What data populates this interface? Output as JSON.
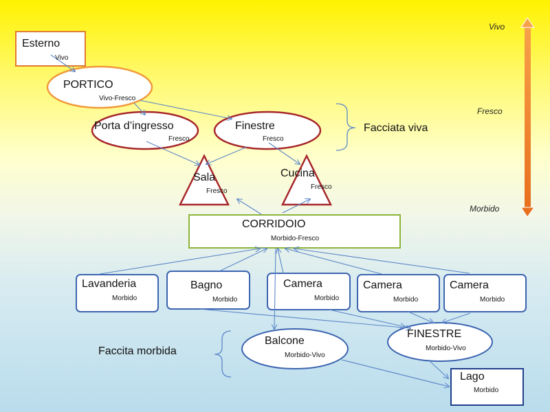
{
  "scale": {
    "top": "Vivo",
    "middle": "Fresco",
    "bottom": "Morbido",
    "colors": {
      "top": "#f7a14a",
      "bottom": "#e86f1e"
    }
  },
  "groups": {
    "facciata_viva": "Facciata viva",
    "facciata_morbida": "Faccita morbida"
  },
  "nodes": {
    "esterno": {
      "name": "Esterno",
      "tag": "Vivo"
    },
    "portico": {
      "name": "PORTICO",
      "tag": "Vivo-Fresco"
    },
    "porta": {
      "name": "Porta d’ingresso",
      "tag": "Fresco"
    },
    "finestre_top": {
      "name": "Finestre",
      "tag": "Fresco"
    },
    "sala": {
      "name": "Sala",
      "tag": "Fresco"
    },
    "cucina": {
      "name": "Cucina",
      "tag": "Fresco"
    },
    "corridoio": {
      "name": "CORRIDOIO",
      "tag": "Morbido-Fresco"
    },
    "lavanderia": {
      "name": "Lavanderia",
      "tag": "Morbido"
    },
    "bagno": {
      "name": "Bagno",
      "tag": "Morbido"
    },
    "camera1": {
      "name": "Camera",
      "tag": "Morbido"
    },
    "camera2": {
      "name": "Camera",
      "tag": "Morbido"
    },
    "camera3": {
      "name": "Camera",
      "tag": "Morbido"
    },
    "balcone": {
      "name": "Balcone",
      "tag": "Morbido-Vivo"
    },
    "finestre_bottom": {
      "name": "FINESTRE",
      "tag": "Morbido-Vivo"
    },
    "lago": {
      "name": "Lago",
      "tag": "Morbido"
    }
  },
  "colors": {
    "fresco_border": "#a6262a",
    "morbido_border": "#3b63b0",
    "portico_border": "#f09a3a",
    "corridoio_border": "#8cb43a",
    "connector": "#5b86c8"
  }
}
